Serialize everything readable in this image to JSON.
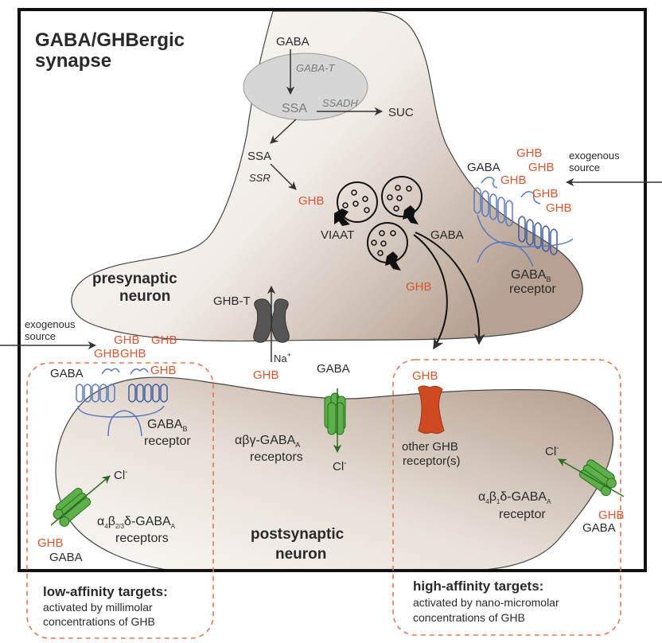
{
  "title": {
    "line1": "GABA/GHBergic",
    "line2": "synapse"
  },
  "colors": {
    "ghb": "#d4552f",
    "frame": "#111111",
    "gaba_a_receptor": "#5cb04a",
    "gaba_b_receptor": "#5b79c0",
    "other_ghb_receptor": "#cf4a22",
    "transporter": "#555555",
    "enzyme_region": "#d8d8d8",
    "neuron_fill_light": "#faf8f5",
    "neuron_fill_dark": "#b9a597",
    "dashed_box": "#e07a55"
  },
  "presynaptic": {
    "label_line1": "presynaptic",
    "label_line2": "neuron",
    "metabolism": {
      "gaba": "GABA",
      "gaba_t": "GABA-T",
      "ssa_inner": "SSA",
      "ssadh": "SSADH",
      "suc": "SUC",
      "ssa_outer": "SSA",
      "ssr": "SSR",
      "ghb": "GHB"
    },
    "viaat": "VIAAT",
    "vesicle_release": {
      "gaba": "GABA",
      "ghb": "GHB"
    },
    "gaba_b_right": {
      "gaba": "GABA",
      "ghb_labels": [
        "GHB",
        "GHB",
        "GHB",
        "GHB",
        "GHB"
      ],
      "label_main": "GABA",
      "label_sub": "B",
      "label_line2": "receptor"
    },
    "exogenous_right": {
      "line1": "exogenous",
      "line2": "source"
    },
    "transporter": {
      "label": "GHB-T",
      "ion": "Na",
      "ion_charge": "+",
      "ghb": "GHB"
    }
  },
  "postsynaptic": {
    "label_line1": "postsynaptic",
    "label_line2": "neuron",
    "exogenous_left": {
      "line1": "exogenous",
      "line2": "source"
    },
    "gaba_b_left": {
      "gaba": "GABA",
      "ghb_labels": [
        "GHB",
        "GHB",
        "GHB",
        "GHB",
        "GHB"
      ],
      "label_main": "GABA",
      "label_sub": "B",
      "label_line2": "receptor"
    },
    "abg_gaba_a": {
      "gaba": "GABA",
      "label_prefix": "αβγ-GABA",
      "label_sub": "A",
      "label_line2": "receptors",
      "ion": "Cl",
      "ion_charge": "-"
    },
    "a4b23d_gaba_a": {
      "ion": "Cl",
      "ion_charge": "-",
      "alpha": "α",
      "alpha_sub": "4",
      "beta": "β",
      "beta_sub": "2/3",
      "rest": "δ-GABA",
      "rest_sub": "A",
      "label_line2": "receptors",
      "ghb": "GHB",
      "gaba": "GABA"
    },
    "other_ghb_receptor": {
      "ghb": "GHB",
      "line1": "other GHB",
      "line2": "receptor(s)"
    },
    "a4b1d_gaba_a": {
      "ion": "Cl",
      "ion_charge": "-",
      "alpha": "α",
      "alpha_sub": "4",
      "beta": "β",
      "beta_sub": "1",
      "rest": "δ-GABA",
      "rest_sub": "A",
      "label_line2": "receptor",
      "ghb": "GHB",
      "gaba": "GABA"
    }
  },
  "target_boxes": {
    "low": {
      "heading": "low-affinity targets:",
      "line1": "activated by millimolar",
      "line2": "concentrations of GHB"
    },
    "high": {
      "heading": "high-affinity targets:",
      "line1": "activated by nano-micromolar",
      "line2": "concentrations of GHB"
    }
  }
}
